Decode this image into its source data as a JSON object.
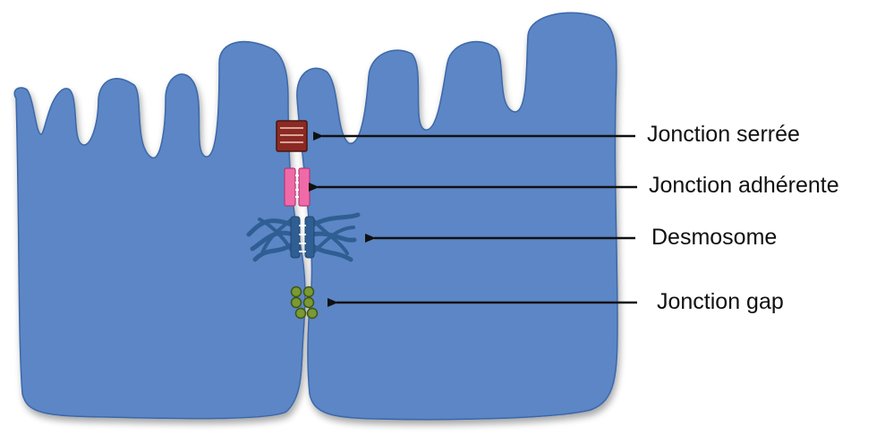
{
  "labels": {
    "tight_junction": "Jonction serrée",
    "adherens_junction": "Jonction adhérente",
    "desmosome": "Desmosome",
    "gap_junction": "Jonction gap"
  },
  "colors": {
    "cell_fill": "#5b86c5",
    "cell_edge": "#3c67a8",
    "tight_junction": "#8b2a22",
    "adherens_junction": "#f06aa8",
    "desmosome": "#2f5e93",
    "gap_junction": "#7a9a32",
    "arrow": "#111111"
  }
}
